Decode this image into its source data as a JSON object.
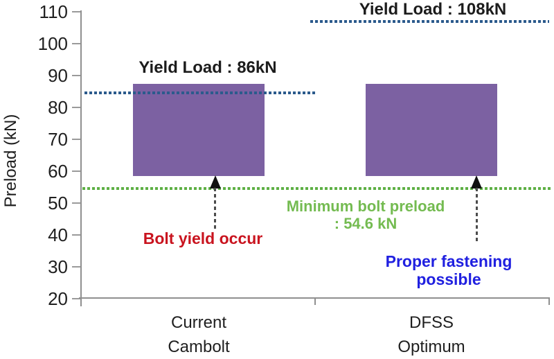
{
  "chart_data": {
    "type": "bar",
    "ylabel": "Preload (kN)",
    "ylim": [
      20,
      110
    ],
    "ytick_step": 10,
    "yticks": [
      110,
      100,
      90,
      80,
      70,
      60,
      50,
      40,
      30,
      20
    ],
    "grid": false,
    "legend": null,
    "bar_color": "#7c61a2",
    "categories": [
      {
        "line1": "Current",
        "line2": "Cambolt"
      },
      {
        "line1": "DFSS",
        "line2": "Optimum"
      }
    ],
    "bars": [
      {
        "category": "Current Cambolt",
        "preload_from_kN": 58.5,
        "preload_to_kN": 87.5
      },
      {
        "category": "DFSS Optimum",
        "preload_from_kN": 58.5,
        "preload_to_kN": 87.5
      }
    ],
    "reference_lines": [
      {
        "id": "yield-current",
        "label": "Yield Load : 86kN",
        "value_kN": 86,
        "drawn_at_kN": 84.5,
        "color": "#2b5a8c",
        "style": "dotted"
      },
      {
        "id": "yield-dfss",
        "label": "Yield Load : 108kN",
        "value_kN": 108,
        "drawn_at_kN": 107,
        "color": "#2b5a8c",
        "style": "dotted"
      },
      {
        "id": "min-preload",
        "label": "Minimum bolt preload : 54.6 kN",
        "value_kN": 54.6,
        "drawn_at_kN": 54.6,
        "color": "#5eb045",
        "style": "dotted"
      }
    ]
  },
  "labels": {
    "yield_current": "Yield Load : 86kN",
    "yield_dfss": "Yield Load : 108kN",
    "bolt_yield": "Bolt yield occur",
    "min_preload_line1": "Minimum bolt preload",
    "min_preload_line2": ": 54.6 kN",
    "proper_line1": "Proper fastening",
    "proper_line2": "possible"
  },
  "colors": {
    "bar_purple": "#7c61a2",
    "yield_line_blue": "#2b5a8c",
    "min_preload_green": "#5eb045",
    "green_text": "#74bb51",
    "red_text": "#c9141f",
    "blue_text": "#2020e0",
    "axis_gray": "#8f8f8f",
    "text_dark": "#1f1f1f",
    "arrow_black": "#111111"
  }
}
